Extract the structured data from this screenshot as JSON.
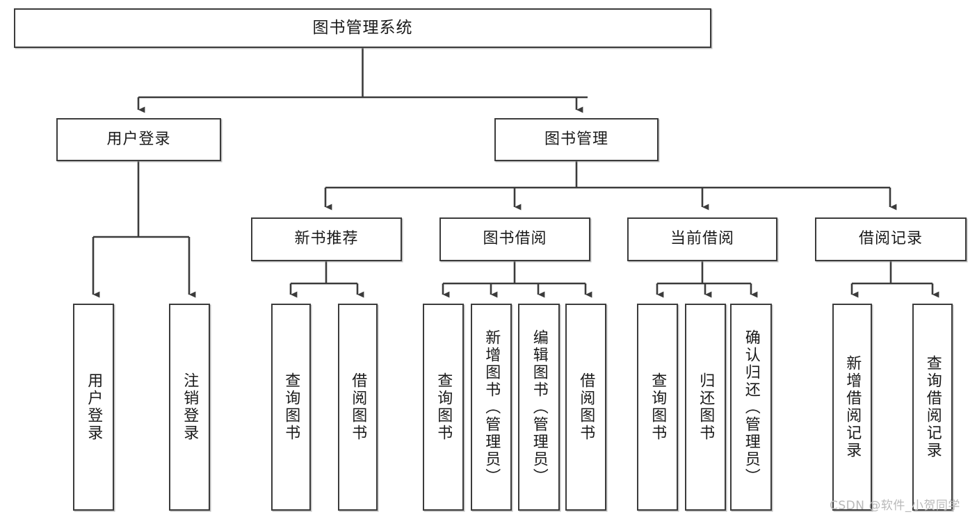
{
  "diagram": {
    "title": "图书管理系统",
    "type": "tree-hierarchy",
    "watermark": "CSDN @软件_小贺同学",
    "colors": {
      "box_border": "#3b3b3b",
      "box_fill": "#ffffff",
      "connector": "#3b3b3b",
      "text": "#1a1a1a",
      "watermark": "#b9b9b9",
      "background": "#ffffff"
    },
    "root": {
      "label": "图书管理系统"
    },
    "level2": [
      {
        "label": "用户登录"
      },
      {
        "label": "图书管理"
      }
    ],
    "level3": [
      {
        "label": "新书推荐"
      },
      {
        "label": "图书借阅"
      },
      {
        "label": "当前借阅"
      },
      {
        "label": "借阅记录"
      }
    ],
    "leaves": {
      "user_login": [
        {
          "label": "用户登录"
        },
        {
          "label": "注销登录"
        }
      ],
      "new_book_recommend": [
        {
          "label": "查询图书"
        },
        {
          "label": "借阅图书"
        }
      ],
      "book_borrow": [
        {
          "label": "查询图书"
        },
        {
          "label": "新增图书（管理员）"
        },
        {
          "label": "编辑图书（管理员）"
        },
        {
          "label": "借阅图书"
        }
      ],
      "current_borrow": [
        {
          "label": "查询图书"
        },
        {
          "label": "归还图书"
        },
        {
          "label": "确认归还（管理员）"
        }
      ],
      "borrow_records": [
        {
          "label": "新增借阅记录"
        },
        {
          "label": "查询借阅记录"
        }
      ]
    }
  }
}
